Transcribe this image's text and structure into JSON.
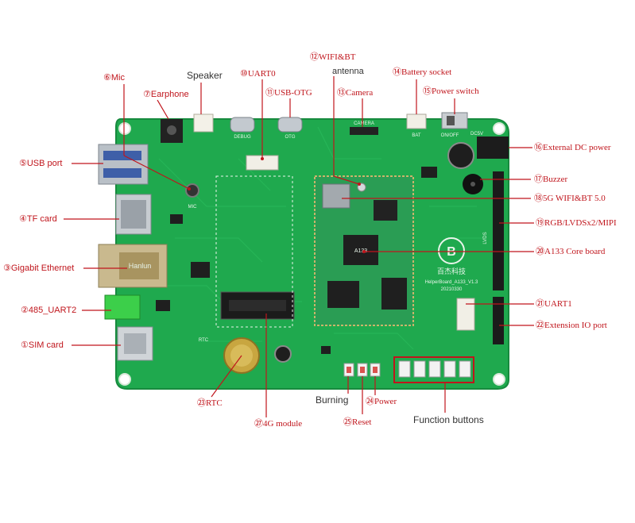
{
  "colors": {
    "board": "#1fa94e",
    "board_edge": "#178a3e",
    "label": "#c0151c",
    "pointer": "#c0151c",
    "dark_label": "#333333",
    "core": "#2a9d54"
  },
  "board": {
    "brand": "百杰科技",
    "model": "HelperBoard_A133_V1.3",
    "date": "20210330",
    "silk_mic": "MIC",
    "silk_rtc": "RTC",
    "silk_camera": "CAMERA",
    "silk_debug": "DEBUG",
    "silk_otg": "OTG",
    "silk_bat": "BAT",
    "silk_onoff": "ON/OFF",
    "silk_dc": "DC5V",
    "silk_lvds": "LVDS",
    "silk_lan": "Hanlun",
    "silk_core_chip": "A133"
  },
  "labels": {
    "l1": "①SIM card",
    "l2": "②485_UART2",
    "l3": "③Gigabit Ethernet",
    "l4": "④TF card",
    "l5": "⑤USB port",
    "l6": "⑥Mic",
    "l7": "⑦Earphone",
    "speaker": "Speaker",
    "l10": "⑩UART0",
    "l11": "⑪USB-OTG",
    "l12a": "⑫WIFI&BT",
    "l12b": "antenna",
    "l13": "⑬Camera",
    "l14": "⑭Battery socket",
    "l15": "⑮Power switch",
    "l16": "⑯External DC power",
    "l17": "⑰Buzzer",
    "l18": "⑱5G WIFI&BT 5.0",
    "l19": "⑲RGB/LVDSx2/MIPI",
    "l20": "⑳A133 Core board",
    "l21": "㉑UART1",
    "l22": "㉒Extension IO port",
    "l23": "㉓RTC",
    "l24": "㉔Power",
    "l25": "㉕Reset",
    "l27": "㉗4G module",
    "burning": "Burning",
    "function_buttons": "Function buttons"
  }
}
